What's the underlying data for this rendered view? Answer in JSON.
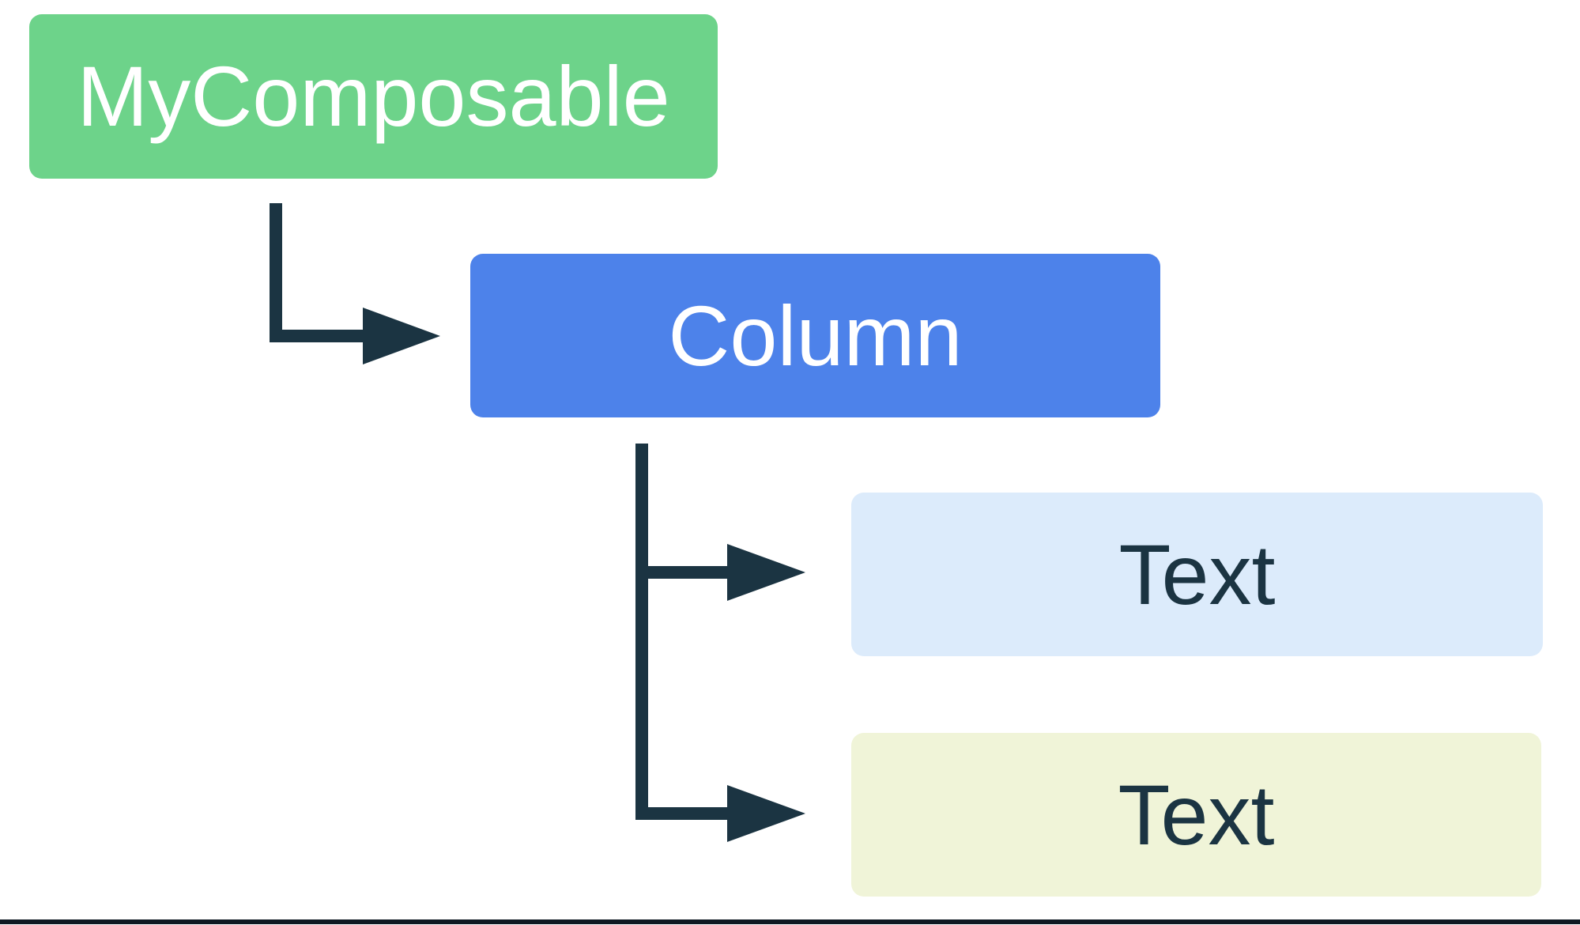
{
  "diagram": {
    "nodes": {
      "root": {
        "label": "MyComposable",
        "color": "#6DD38A",
        "text_color": "#FFFFFF"
      },
      "column": {
        "label": "Column",
        "color": "#4D82EA",
        "text_color": "#FFFFFF"
      },
      "text1": {
        "label": "Text",
        "color": "#DCEBFB",
        "text_color": "#1B3442"
      },
      "text2": {
        "label": "Text",
        "color": "#F0F4D8",
        "text_color": "#1B3442"
      }
    },
    "connector_color": "#1B3442",
    "bottom_rule_color": "#0F1822",
    "background_color": "#FFFFFF"
  }
}
